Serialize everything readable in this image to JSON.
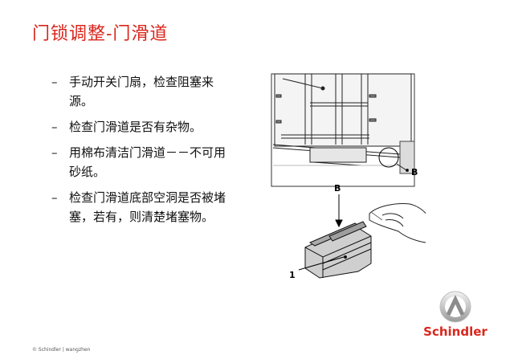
{
  "title": "门锁调整-门滑道",
  "bullets": [
    {
      "dash": "–",
      "text": "手动开关门扇，检查阻塞来源。"
    },
    {
      "dash": "–",
      "text": "检查门滑道是否有杂物。"
    },
    {
      "dash": "–",
      "text": "用棉布清洁门滑道－－不可用砂纸。"
    },
    {
      "dash": "–",
      "text": "检查门滑道底部空洞是否被堵塞，若有，则清楚堵塞物。"
    }
  ],
  "figure": {
    "label_b_top": "B",
    "label_b_detail": "B",
    "label_1": "1"
  },
  "logo": {
    "text": "Schindler"
  },
  "footer": "© Schindler | wangzhen",
  "colors": {
    "accent": "#d9261c"
  }
}
